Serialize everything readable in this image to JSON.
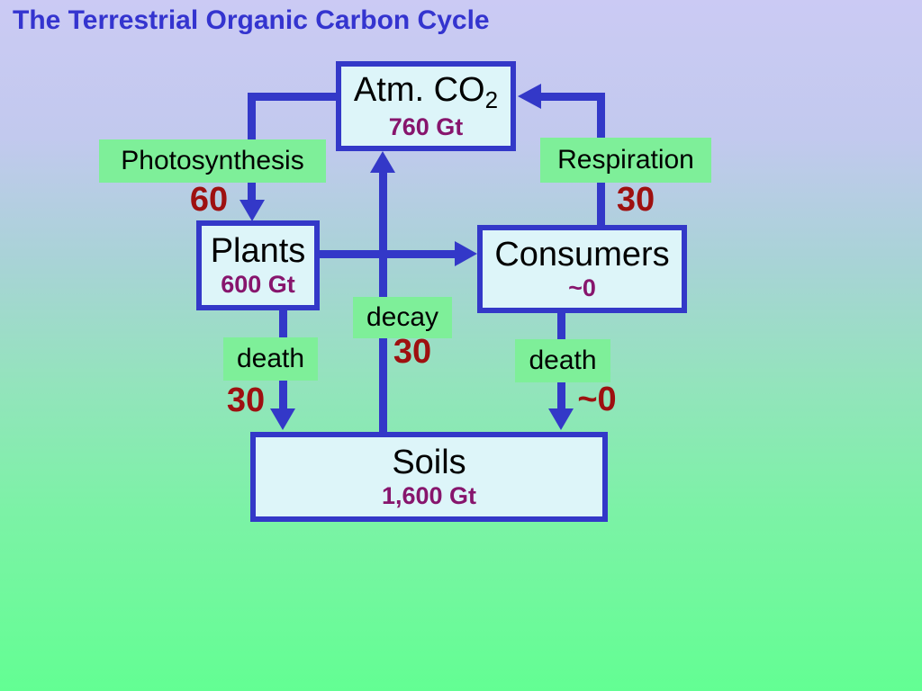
{
  "title": "The Terrestrial Organic Carbon Cycle",
  "colors": {
    "title_blue": "#3434cf",
    "line_blue": "#3338c8",
    "box_fill": "#ddf5f9",
    "label_green": "#7eef99",
    "flux_red": "#9e1010",
    "value_purple": "#87156d",
    "bg_top": "#cbcaf4",
    "bg_bottom": "#63fe93"
  },
  "boxes": {
    "atm_co2": {
      "label": "Atm. CO",
      "label_sub": "2",
      "value": "760 Gt"
    },
    "plants": {
      "label": "Plants",
      "value": "600 Gt"
    },
    "consumers": {
      "label": "Consumers",
      "value": "~0"
    },
    "soils": {
      "label": "Soils",
      "value": "1,600 Gt"
    }
  },
  "fluxes": {
    "photosynthesis": {
      "label": "Photosynthesis",
      "value": "60"
    },
    "respiration": {
      "label": "Respiration",
      "value": "30"
    },
    "decay": {
      "label": "decay",
      "value": "30"
    },
    "death_plants": {
      "label": "death",
      "value": "30"
    },
    "death_consumers": {
      "label": "death",
      "value": "~0"
    }
  }
}
